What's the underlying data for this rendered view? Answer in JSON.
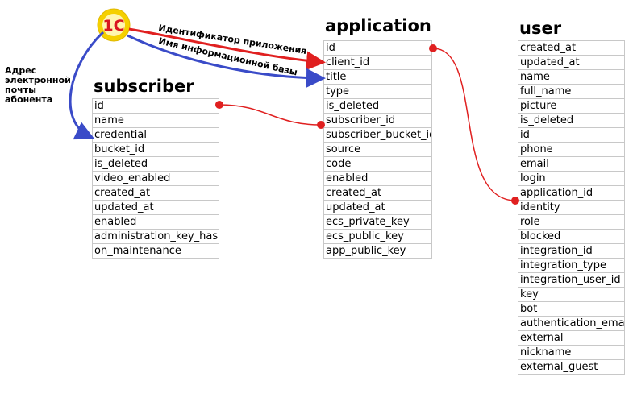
{
  "logo": {
    "text": "1С",
    "ring_color": "#f5d000",
    "text_color": "#d9161f"
  },
  "colors": {
    "red_connector": "#e02020",
    "blue_connector": "#3a4bc8"
  },
  "annotations": {
    "app_id_label": "Идентификатор приложения",
    "db_name_label": "Имя информационной базы",
    "email_label": "Адрес электронной почты абонента"
  },
  "entities": {
    "subscriber": {
      "title": "subscriber",
      "fields": [
        "id",
        "name",
        "credential",
        "bucket_id",
        "is_deleted",
        "video_enabled",
        "created_at",
        "updated_at",
        "enabled",
        "administration_key_hash",
        "on_maintenance"
      ]
    },
    "application": {
      "title": "application",
      "fields": [
        "id",
        "client_id",
        "title",
        "type",
        "is_deleted",
        "subscriber_id",
        "subscriber_bucket_id",
        "source",
        "code",
        "enabled",
        "created_at",
        "updated_at",
        "ecs_private_key",
        "ecs_public_key",
        "app_public_key"
      ]
    },
    "user": {
      "title": "user",
      "fields": [
        "created_at",
        "updated_at",
        "name",
        "full_name",
        "picture",
        "is_deleted",
        "id",
        "phone",
        "email",
        "login",
        "application_id",
        "identity",
        "role",
        "blocked",
        "integration_id",
        "integration_type",
        "integration_user_id",
        "key",
        "bot",
        "authentication_email",
        "external",
        "nickname",
        "external_guest"
      ]
    }
  },
  "relations": [
    {
      "from": "subscriber.id",
      "to": "application.subscriber_id"
    },
    {
      "from": "application.id",
      "to": "user.application_id"
    }
  ]
}
